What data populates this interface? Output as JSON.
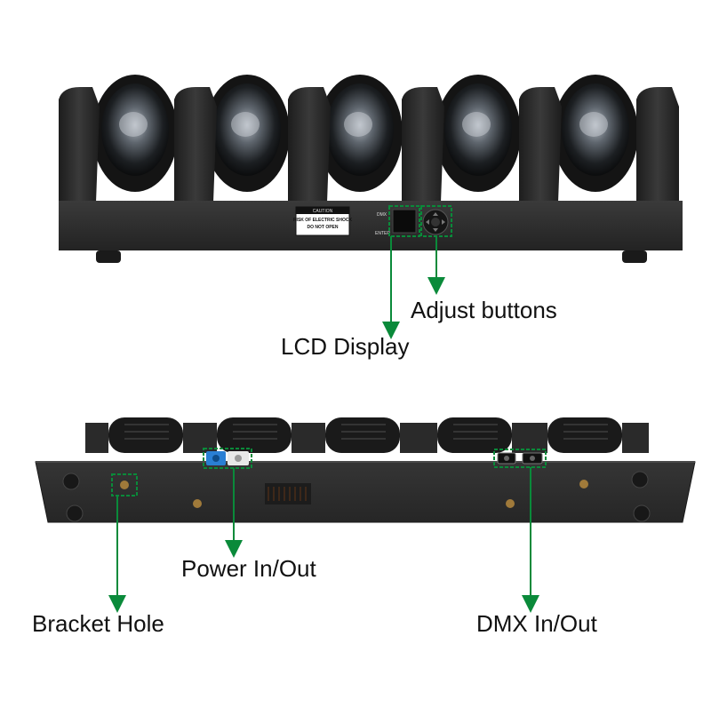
{
  "callouts": {
    "adjust_buttons": "Adjust buttons",
    "lcd_display": "LCD Display",
    "power_in_out": "Power In/Out",
    "bracket_hole": "Bracket Hole",
    "dmx_in_out": "DMX In/Out"
  },
  "device_front": {
    "caution_title": "CAUTION",
    "caution_line_1": "RISK OF ELECTRIC SHOCK",
    "caution_line_2": "DO NOT OPEN",
    "label_dmx": "DMX",
    "label_enter": "ENTER"
  },
  "colors": {
    "callout_green": "#0a8a3a",
    "device_body": "#2b2b2b",
    "background": "#ffffff"
  }
}
